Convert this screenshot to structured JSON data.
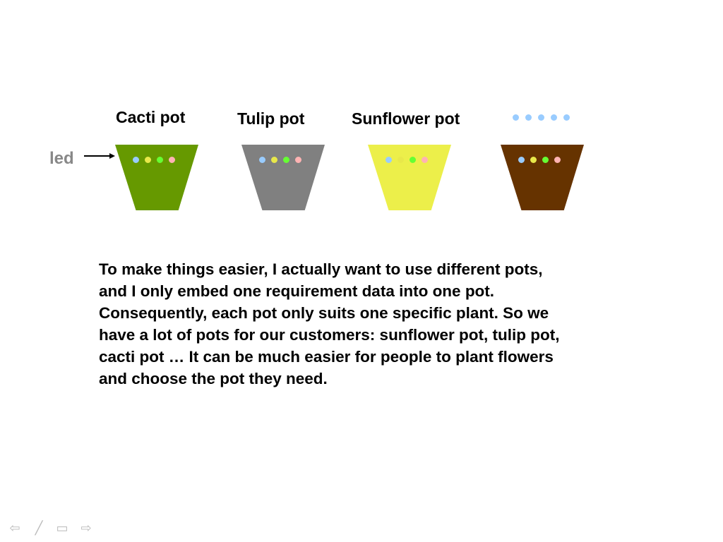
{
  "pots": [
    {
      "label": "Cacti pot",
      "color": "#669900"
    },
    {
      "label": "Tulip pot",
      "color": "#808080"
    },
    {
      "label": "Sunflower pot",
      "color": "#ECEF4A"
    },
    {
      "label": "",
      "color": "#663300"
    }
  ],
  "led_colors": [
    "#99CCFF",
    "#E8E84A",
    "#66FF33",
    "#FFB3B3"
  ],
  "top_dot_color": "#99CCFF",
  "led_label": "led",
  "body_lines": [
    "To make things easier, I actually want to use different pots,",
    "and I only embed one requirement data into one pot.",
    "Consequently, each pot only suits one specific plant. So we",
    "have a lot of pots for our customers: sunflower pot, tulip pot,",
    "cacti pot … It can be much easier for people to plant flowers",
    "and choose the pot they need."
  ]
}
